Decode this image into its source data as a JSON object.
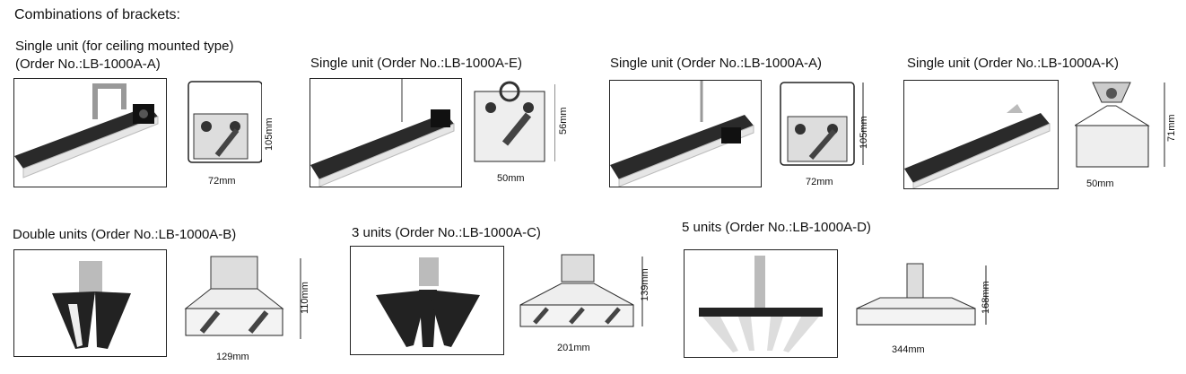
{
  "page": {
    "title": "Combinations of brackets:"
  },
  "items": [
    {
      "label": "Single unit (for ceiling mounted type)",
      "order": "(Order No.:LB-1000A-A)",
      "width_dim": "72mm",
      "height_dim": "105mm"
    },
    {
      "label": "Single unit (Order No.:LB-1000A-E)",
      "width_dim": "50mm",
      "height_dim": "56mm"
    },
    {
      "label": "Single unit (Order No.:LB-1000A-A)",
      "width_dim": "72mm",
      "height_dim": "105mm"
    },
    {
      "label": "Single unit (Order No.:LB-1000A-K)",
      "width_dim": "50mm",
      "height_dim": "71mm"
    },
    {
      "label": "Double units (Order No.:LB-1000A-B)",
      "width_dim": "129mm",
      "height_dim": "110mm"
    },
    {
      "label": "3 units (Order No.:LB-1000A-C)",
      "width_dim": "201mm",
      "height_dim": "139mm"
    },
    {
      "label": "5 units (Order No.:LB-1000A-D)",
      "width_dim": "344mm",
      "height_dim": "168mm"
    }
  ]
}
